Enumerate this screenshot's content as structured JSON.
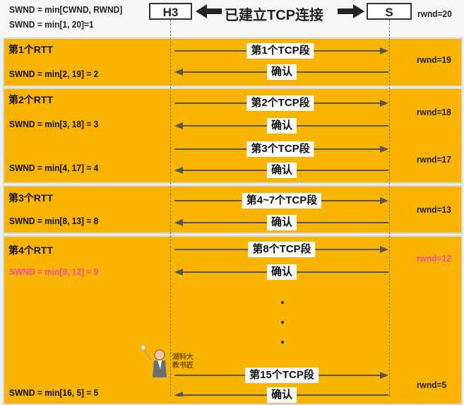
{
  "header": {
    "swnd_formula": "SWND = min[CWND, RWND]",
    "swnd_initial": "SWND = min[1, 20]=1",
    "host_label": "H3",
    "server_label": "S",
    "connection_label": "已建立TCP连接",
    "rwnd_initial": "rwnd=20"
  },
  "rounds": [
    {
      "rtt_label": "第1个RTT",
      "segment_label": "第1个TCP段",
      "ack_label": "确认",
      "swnd_text": "SWND = min[2, 19] = 2",
      "rwnd_text": "rwnd=19"
    },
    {
      "rtt_label": "第2个RTT",
      "segment_label": "第2个TCP段",
      "ack_label": "确认",
      "swnd_text": "SWND = min[3, 18] = 3",
      "rwnd_text": "rwnd=18",
      "segment2_label": "第3个TCP段",
      "ack2_label": "确认",
      "swnd2_text": "SWND = min[4, 17] = 4",
      "rwnd2_text": "rwnd=17"
    },
    {
      "rtt_label": "第3个RTT",
      "segment_label": "第4~7个TCP段",
      "ack_label": "确认",
      "swnd_text": "SWND = min[8, 13] = 8",
      "rwnd_text": "rwnd=13"
    },
    {
      "rtt_label": "第4个RTT",
      "segment_label": "第8个TCP段",
      "ack_label": "确认",
      "swnd_text": "SWND = min[9, 12] = 9",
      "rwnd_text": "rwnd=12",
      "segment2_label": "第15个TCP段",
      "ack2_label": "确认",
      "swnd2_text": "SWND = min[16, 5] = 5",
      "rwnd2_text": "rwnd=5"
    }
  ],
  "watermark": "湖科大教书匠",
  "colors": {
    "panel": "#f9b400",
    "highlight_pink": "#f14cab",
    "arrow": "#555555"
  }
}
